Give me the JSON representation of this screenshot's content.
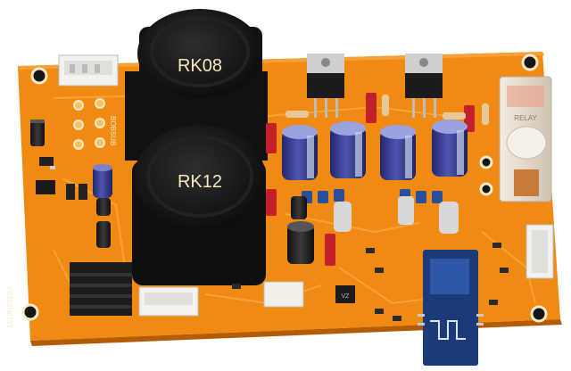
{
  "image": {
    "subject": "orange-pcb-amplifier-board",
    "colors": {
      "pcb": "#f08a12",
      "pcb_dark": "#c96a06",
      "trace": "#f7a23a",
      "silkscreen": "#fbe9c8",
      "pot_black": "#141414",
      "cap_blue": "#3a3f8f",
      "cap_band": "#c9d4ec",
      "red_cap": "#c2202a",
      "heatsink": "#1c1c1c",
      "connector": "#f2f2ef",
      "relay": "#e6dccd",
      "bt_module": "#1a3a7a"
    }
  },
  "labels": {
    "pot_top": "RK08",
    "pot_bottom": "RK12",
    "side_mark": "BOBSUB",
    "edge_mark": "1510N68E94",
    "relay_label": "RELAY",
    "opamp_mark": "VZ"
  }
}
